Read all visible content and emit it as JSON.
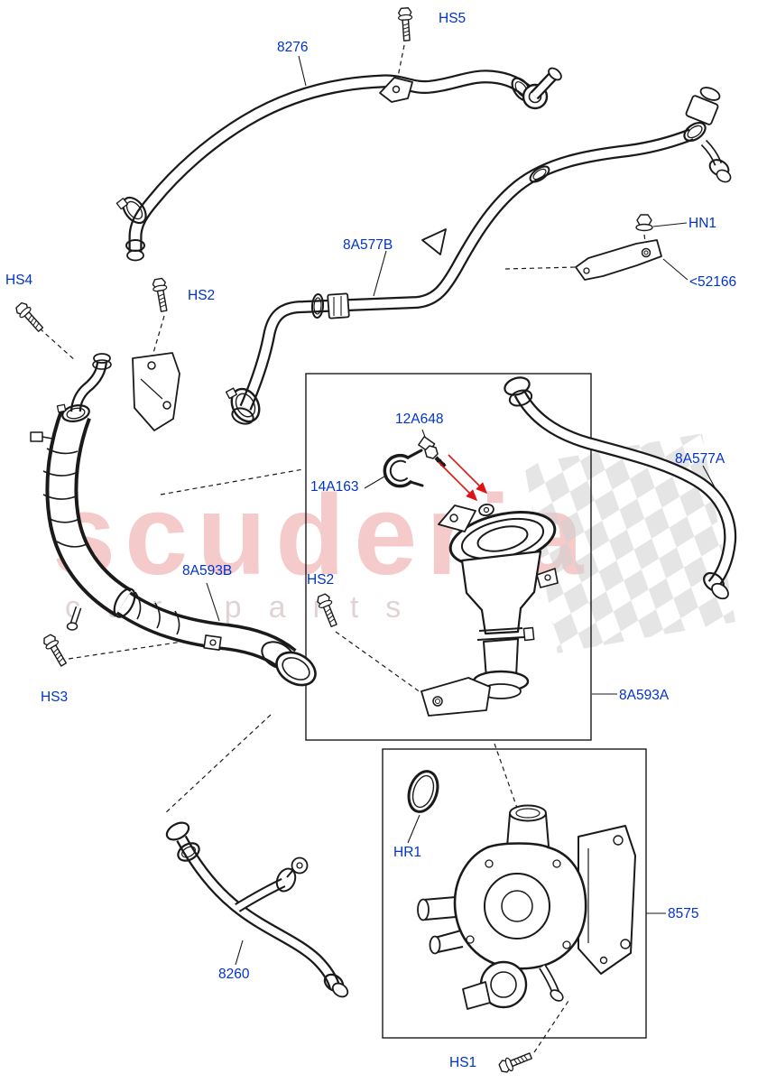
{
  "watermark": {
    "title": "scuderia",
    "subtitle": "car parts"
  },
  "labels": {
    "hs5": "HS5",
    "p8276": "8276",
    "p8a577b": "8A577B",
    "hn1": "HN1",
    "p52166": "<52166",
    "hs4": "HS4",
    "hs2_upper": "HS2",
    "p12a648": "12A648",
    "p14a163": "14A163",
    "p8a577a": "8A577A",
    "p8a593b": "8A593B",
    "hs2_mid": "HS2",
    "hs3": "HS3",
    "p8a593a": "8A593A",
    "hr1": "HR1",
    "p8575": "8575",
    "p8260": "8260",
    "hs1": "HS1"
  },
  "colors": {
    "label": "#0033cc",
    "line": "#1a1a1a",
    "arrow": "#e11212",
    "watermark_title": "#f3bdbd",
    "watermark_subtitle": "#dccccc",
    "checker": "#cfcfcf"
  }
}
